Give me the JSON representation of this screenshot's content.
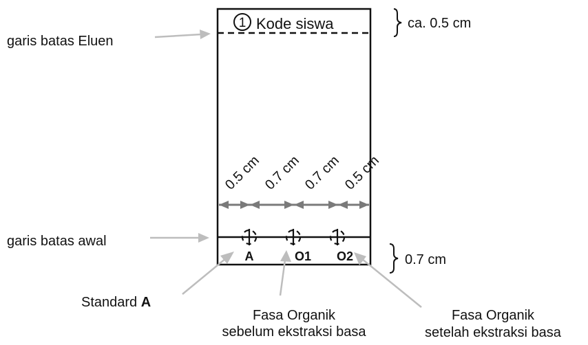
{
  "plate": {
    "student_code_number": "1",
    "student_code_label": "Kode siswa"
  },
  "labels": {
    "eluent_line": "garis batas Eluen",
    "start_line": "garis batas awal",
    "top_distance": "ca. 0.5 cm",
    "bottom_distance": "0.7 cm"
  },
  "spacings": [
    "0.5 cm",
    "0.7 cm",
    "0.7 cm",
    "0.5 cm"
  ],
  "spots": [
    {
      "label": "A",
      "bold": true
    },
    {
      "label": "O1",
      "bold": true
    },
    {
      "label": "O2",
      "bold": true
    }
  ],
  "callouts": {
    "standard_prefix": "Standard ",
    "standard_letter": "A",
    "organic_before_line1": "Fasa Organik",
    "organic_before_line2": "sebelum ekstraksi basa",
    "organic_after_line1": "Fasa Organik",
    "organic_after_line2": "setelah ekstraksi basa"
  },
  "colors": {
    "ink": "#111111",
    "arrow_gray": "#bdbdbd",
    "spacing_arrow": "#7a7a7a"
  }
}
